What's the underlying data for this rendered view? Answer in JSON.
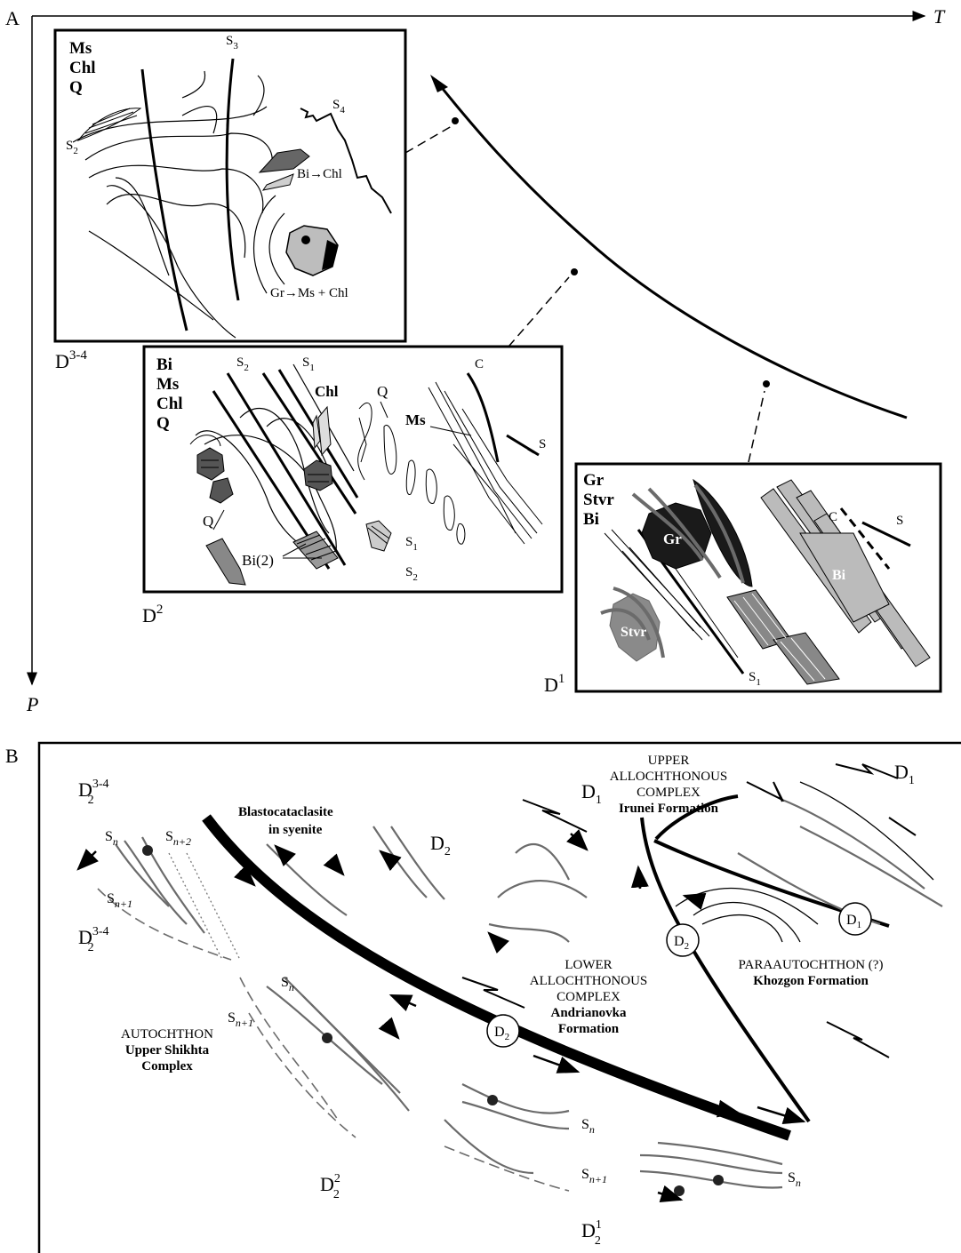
{
  "panel_a": {
    "panel_label": "A",
    "axis_t": "T",
    "axis_p": "P",
    "stage_34": {
      "stage_label": "D",
      "stage_sup": "3-4",
      "minerals": [
        "Ms",
        "Chl",
        "Q"
      ],
      "s3": "S",
      "s3_sub": "3",
      "s4": "S",
      "s4_sub": "4",
      "s2": "S",
      "s2_sub": "2",
      "reaction_bi": "Bi→Chl",
      "reaction_gr": "Gr→Ms + Chl"
    },
    "stage_2": {
      "stage_label": "D",
      "stage_sup": "2",
      "minerals": [
        "Bi",
        "Ms",
        "Chl",
        "Q"
      ],
      "s2_top": "S",
      "s2_top_sub": "2",
      "s1_top": "S",
      "s1_top_sub": "1",
      "chl": "Chl",
      "q_top": "Q",
      "ms": "Ms",
      "c": "C",
      "s": "S",
      "q_left": "Q",
      "bi2": "Bi(2)",
      "s1_bottom": "S",
      "s1_bottom_sub": "1",
      "s2_bottom": "S",
      "s2_bottom_sub": "2"
    },
    "stage_1": {
      "stage_label": "D",
      "stage_sup": "1",
      "minerals": [
        "Gr",
        "Stvr",
        "Bi"
      ],
      "gr": "Gr",
      "stvr": "Stvr",
      "bi": "Bi",
      "c": "C",
      "s": "S",
      "s1": "S",
      "s1_sub": "1"
    }
  },
  "panel_b": {
    "panel_label": "B",
    "d34_top": {
      "base": "D",
      "sub": "2",
      "sup": "3-4"
    },
    "d34_mid": {
      "base": "D",
      "sub": "2",
      "sup": "3-4"
    },
    "d22": {
      "base": "D",
      "sub": "2",
      "sup": "2"
    },
    "d21": {
      "base": "D",
      "sub": "2",
      "sup": "1"
    },
    "d1_center": {
      "base": "D",
      "sub": "1"
    },
    "d1_right": {
      "base": "D",
      "sub": "1"
    },
    "d2_center": {
      "base": "D",
      "sub": "2"
    },
    "blasto": [
      "Blastocataclasite",
      "in syenite"
    ],
    "upper_complex": [
      "UPPER",
      "ALLOCHTHONOUS",
      "COMPLEX"
    ],
    "irunei": "Irunei Formation",
    "lower_complex": [
      "LOWER",
      "ALLOCHTHONOUS",
      "COMPLEX"
    ],
    "andrianovka": [
      "Andrianovka",
      "Formation"
    ],
    "autochthon": "AUTOCHTHON",
    "shikhta": [
      "Upper Shikhta",
      "Complex"
    ],
    "paraautochthon": "PARAAUTOCHTHON (?)",
    "khozgon": "Khozgon Formation",
    "circle_d2_mid": {
      "base": "D",
      "sub": "2"
    },
    "circle_d2_right": {
      "base": "D",
      "sub": "2"
    },
    "circle_d1": {
      "base": "D",
      "sub": "1"
    },
    "sn": {
      "base": "S",
      "sub": "n"
    },
    "sn1": {
      "base": "S",
      "sub": "n+1"
    },
    "sn2": {
      "base": "S",
      "sub": "n+2"
    }
  }
}
